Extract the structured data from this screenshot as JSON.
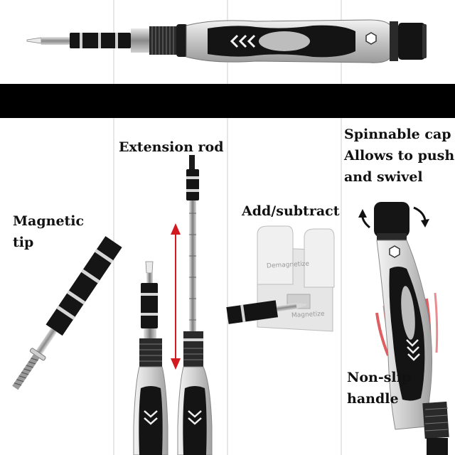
{
  "labels": {
    "magnetic_tip": [
      "Magnetic",
      "tip"
    ],
    "extension_rod": "Extension rod",
    "add_subtract": "Add/subtract",
    "spinnable_cap": [
      "Spinnable cap",
      "Allows to push",
      "and swivel"
    ],
    "non_slip_handle": [
      "Non-slip",
      "handle"
    ]
  },
  "demagnetizer": {
    "top_text": "Demagnetize",
    "bottom_text": "Magnetize"
  },
  "colors": {
    "band": "#000000",
    "handle_gray": "#c9c9c9",
    "handle_dark": "#1a1a1a",
    "steel": "#9a9a9a",
    "arrow_red": "#d2191f"
  }
}
